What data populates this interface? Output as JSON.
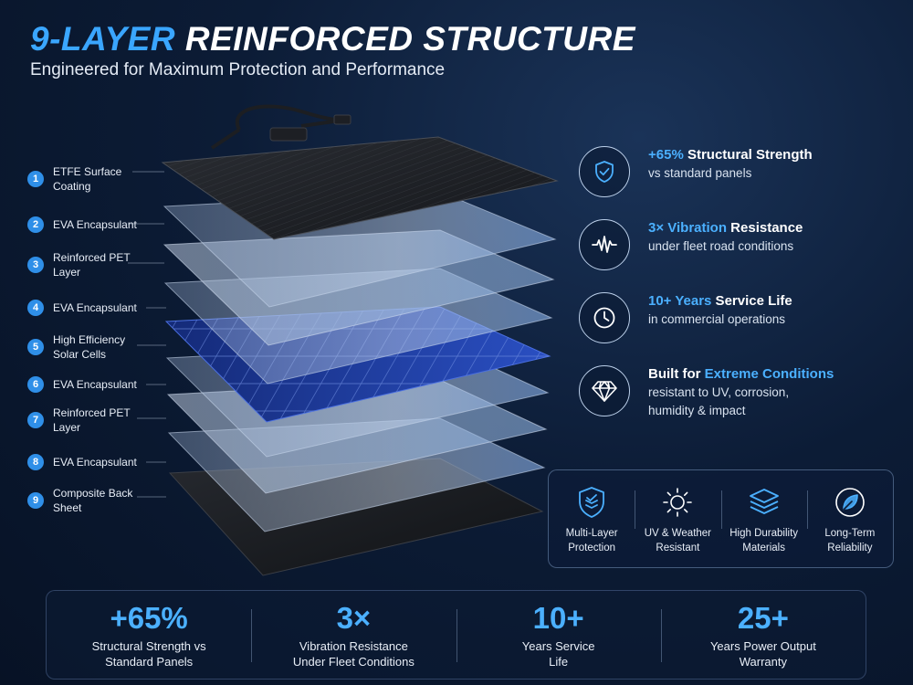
{
  "header": {
    "title_accent": "9-LAYER",
    "title_rest": " REINFORCED STRUCTURE",
    "subtitle": "Engineered for Maximum Protection and Performance"
  },
  "layers": [
    {
      "num": "1",
      "label": "ETFE Surface Coating"
    },
    {
      "num": "2",
      "label": "EVA Encapsulant"
    },
    {
      "num": "3",
      "label": "Reinforced PET Layer"
    },
    {
      "num": "4",
      "label": "EVA Encapsulant"
    },
    {
      "num": "5",
      "label": "High Efficiency Solar Cells"
    },
    {
      "num": "6",
      "label": "EVA Encapsulant"
    },
    {
      "num": "7",
      "label": "Reinforced PET Layer"
    },
    {
      "num": "8",
      "label": "EVA Encapsulant"
    },
    {
      "num": "9",
      "label": "Composite Back Sheet"
    }
  ],
  "features": [
    {
      "icon": "shield-check-icon",
      "highlight": "+65%",
      "title_rest": " Structural Strength",
      "title_pre": "",
      "desc": "vs standard panels"
    },
    {
      "icon": "vibration-icon",
      "highlight": "3× Vibration",
      "title_rest": " Resistance",
      "title_pre": "",
      "desc": "under fleet road conditions"
    },
    {
      "icon": "clock-icon",
      "highlight": "10+ Years",
      "title_rest": " Service Life",
      "title_pre": "",
      "desc": "in commercial operations"
    },
    {
      "icon": "diamond-icon",
      "title_pre": "Built for ",
      "highlight": "Extreme Conditions",
      "title_rest": "",
      "desc": "resistant to UV, corrosion, humidity & impact"
    }
  ],
  "badges": [
    {
      "icon": "shield-layers-icon",
      "label": "Multi-Layer Protection"
    },
    {
      "icon": "sun-icon",
      "label": "UV & Weather Resistant"
    },
    {
      "icon": "stack-icon",
      "label": "High Durability Materials"
    },
    {
      "icon": "leaf-icon",
      "label": "Long-Term Reliability"
    }
  ],
  "stats": [
    {
      "value": "+65%",
      "label": "Structural Strength vs Standard Panels"
    },
    {
      "value": "3×",
      "label": "Vibration Resistance Under Fleet Conditions"
    },
    {
      "value": "10+",
      "label": "Years Service Life"
    },
    {
      "value": "25+",
      "label": "Years Power Output Warranty"
    }
  ],
  "colors": {
    "accent": "#3aa6ff",
    "background": "#0c1c36",
    "solar_cell": "#1d3a9e"
  }
}
